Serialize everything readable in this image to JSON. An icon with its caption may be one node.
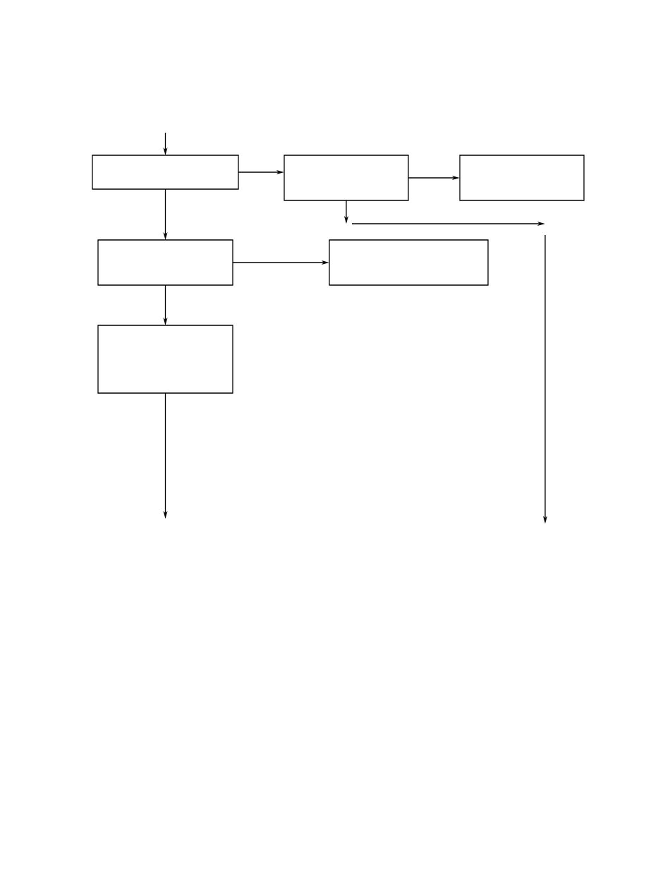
{
  "diagram": {
    "nodes": [
      {
        "text": [],
        "shape": "box"
      },
      {
        "text": [],
        "shape": "box"
      },
      {
        "text": [],
        "shape": "box"
      },
      {
        "text": [],
        "shape": "box"
      },
      {
        "text": [],
        "shape": "box"
      },
      {
        "text": [],
        "shape": "box"
      }
    ],
    "edges": [
      {
        "from": null,
        "to": 0,
        "arrow": "to"
      },
      {
        "from": 0,
        "to": 1,
        "arrow": "to"
      },
      {
        "from": 1,
        "to": 2,
        "arrow": "to"
      },
      {
        "from": 0,
        "to": 3,
        "arrow": "to"
      },
      {
        "from": 3,
        "to": 4,
        "arrow": "to"
      },
      {
        "from": 3,
        "to": 5,
        "arrow": "to"
      },
      {
        "from": 5,
        "to": null,
        "arrow": "to"
      },
      {
        "from": 1,
        "to": null,
        "arrow": "to"
      }
    ]
  }
}
